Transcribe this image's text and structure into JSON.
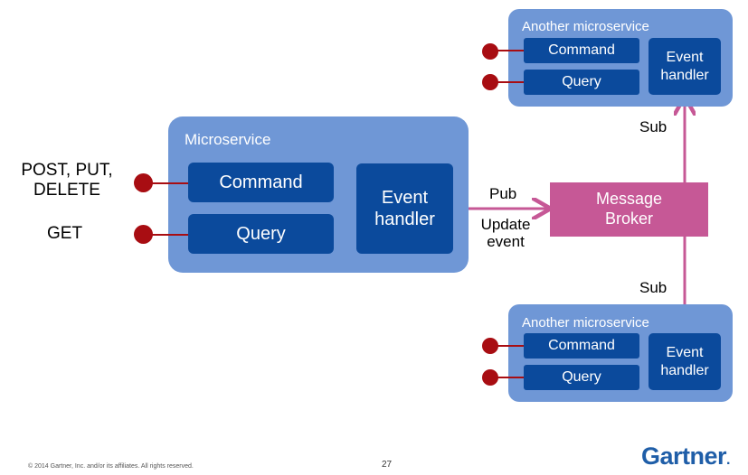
{
  "main_service": {
    "title": "Microservice",
    "command": "Command",
    "query": "Query",
    "event_handler": "Event\nhandler"
  },
  "top_service": {
    "title": "Another microservice",
    "command": "Command",
    "query": "Query",
    "event_handler": "Event\nhandler"
  },
  "bottom_service": {
    "title": "Another microservice",
    "command": "Command",
    "query": "Query",
    "event_handler": "Event\nhandler"
  },
  "labels": {
    "post_put_delete": "POST, PUT,\nDELETE",
    "get": "GET",
    "pub": "Pub",
    "update_event": "Update\nevent",
    "sub_top": "Sub",
    "sub_bottom": "Sub"
  },
  "broker": {
    "label": "Message\nBroker"
  },
  "footer": {
    "copyright": "© 2014 Gartner, Inc. and/or its affiliates. All rights reserved.",
    "page_number": "27",
    "logo": "Gartner",
    "logo_mark": "."
  },
  "colors": {
    "service_bg": "#6f97d6",
    "box_bg": "#0b4a9c",
    "broker_bg": "#c65896",
    "arrow": "#c65896",
    "endpoint": "#a80d12"
  }
}
